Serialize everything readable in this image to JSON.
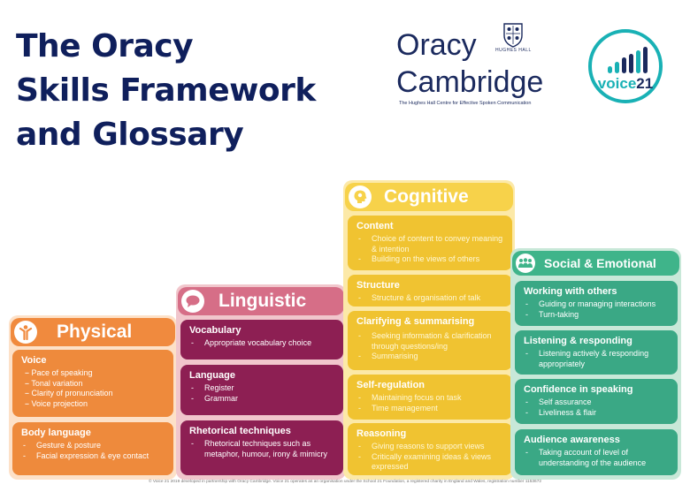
{
  "title": {
    "line1": "The Oracy",
    "line2": "Skills Framework",
    "line3": "and Glossary"
  },
  "logos": {
    "oracy_line1": "Oracy",
    "oracy_line2": "Cambridge",
    "oracy_sub": "The Hughes Hall Centre for Effective Spoken Communication",
    "crest_label": "HUGHES HALL",
    "voice21_word": "voice",
    "voice21_num": "21",
    "voice21_color": "#19b1b5"
  },
  "categories": [
    {
      "name": "Physical",
      "icon": "person-icon",
      "color": "#f08a3e",
      "cards": [
        {
          "title": "Voice",
          "items": [
            "- Pace of speaking",
            "- Tonal variation",
            "- Clarity of pronunciation",
            "- Voice projection"
          ]
        },
        {
          "title": "Body language",
          "items": [
            "Gesture & posture",
            "Facial expression & eye contact"
          ]
        }
      ]
    },
    {
      "name": "Linguistic",
      "icon": "speech-bubble-icon",
      "color": "#8d1f53",
      "cards": [
        {
          "title": "Vocabulary",
          "items": [
            "Appropriate vocabulary choice"
          ]
        },
        {
          "title": "Language",
          "items": [
            "Register",
            "Grammar"
          ]
        },
        {
          "title": "Rhetorical techniques",
          "items": [
            "Rhetorical techniques such as metaphor, humour, irony & mimicry"
          ]
        }
      ]
    },
    {
      "name": "Cognitive",
      "icon": "brain-head-icon",
      "color": "#f0c331",
      "cards": [
        {
          "title": "Content",
          "items": [
            "Choice of content to convey meaning & intention",
            "Building on the views of others"
          ]
        },
        {
          "title": "Structure",
          "items": [
            "Structure & organisation of talk"
          ]
        },
        {
          "title": "Clarifying & summarising",
          "items": [
            "Seeking information & clarification through questions/ing",
            "Summarising"
          ]
        },
        {
          "title": "Self-regulation",
          "items": [
            "Maintaining focus on task",
            "Time management"
          ]
        },
        {
          "title": "Reasoning",
          "items": [
            "Giving reasons to support views",
            "Critically examining ideas & views expressed"
          ]
        }
      ]
    },
    {
      "name": "Social & Emotional",
      "icon": "group-icon",
      "color": "#3aa885",
      "cards": [
        {
          "title": "Working with others",
          "items": [
            "Guiding or managing interactions",
            "Turn-taking"
          ]
        },
        {
          "title": "Listening & responding",
          "items": [
            "Listening actively & responding appropriately"
          ]
        },
        {
          "title": "Confidence in speaking",
          "items": [
            "Self assurance",
            "Liveliness & flair"
          ]
        },
        {
          "title": "Audience awareness",
          "items": [
            "Taking account of level of understanding of the audience"
          ]
        }
      ]
    }
  ],
  "footer": "© Voice 21 2019 developed in partnership with Oracy Cambridge. Voice 21 operates as an organisation under the School 21 Foundation, a registered charity in England and Wales, registration number 1153672"
}
